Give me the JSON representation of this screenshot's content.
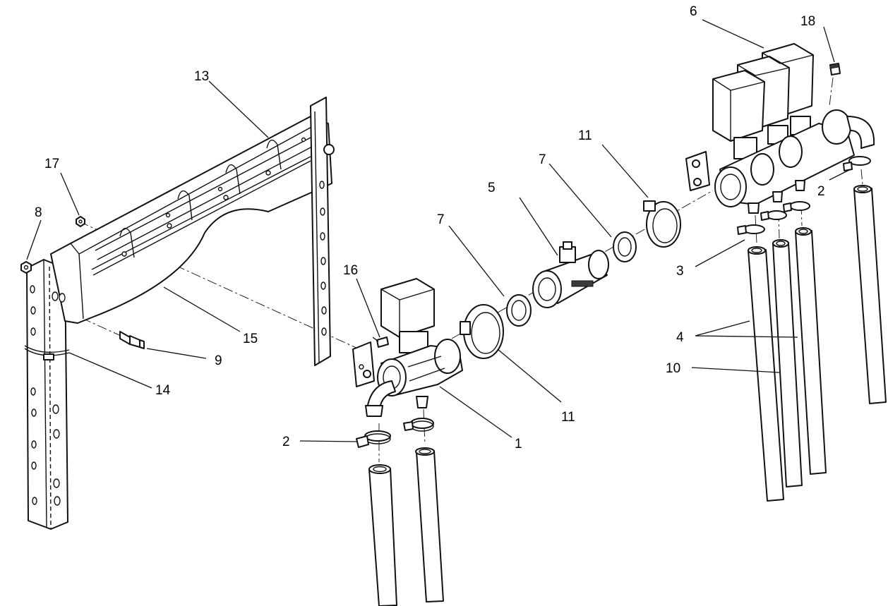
{
  "colors": {
    "line": "#111111",
    "background": "#ffffff"
  },
  "callouts": {
    "c1": "1",
    "c2a": "2",
    "c2b": "2",
    "c3": "3",
    "c4": "4",
    "c5": "5",
    "c6": "6",
    "c7a": "7",
    "c7b": "7",
    "c8": "8",
    "c9": "9",
    "c10": "10",
    "c11a": "11",
    "c11b": "11",
    "c13": "13",
    "c14": "14",
    "c15": "15",
    "c16": "16",
    "c17": "17",
    "c18": "18"
  }
}
